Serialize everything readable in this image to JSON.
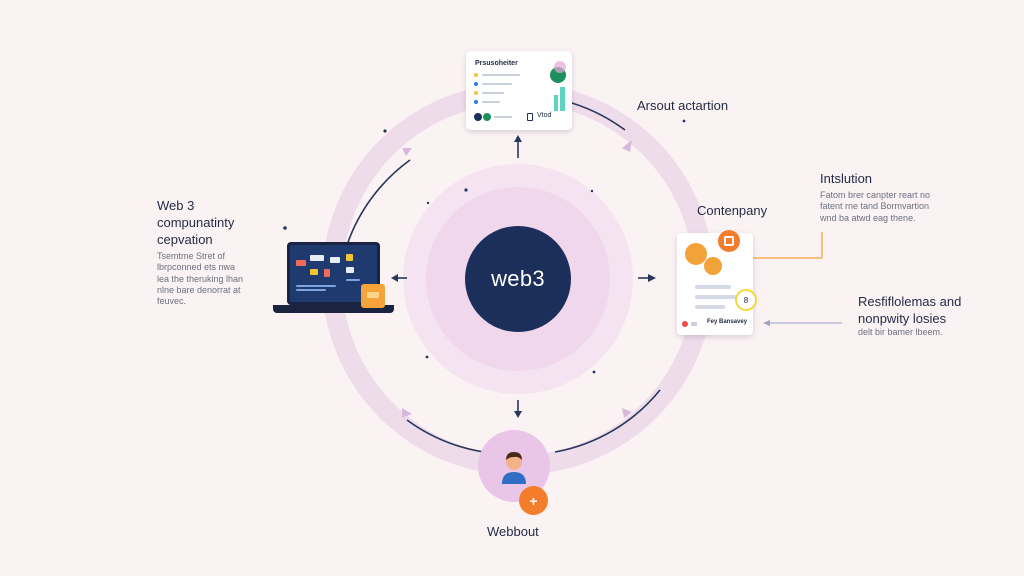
{
  "center": {
    "label": "web3"
  },
  "top_card": {
    "title": "Prsusoheiter",
    "rows": [
      "",
      "",
      "",
      ""
    ],
    "footer_tag": "Vtod"
  },
  "labels": {
    "top_right": "Arsout actartion",
    "right_mid": "Contenpany",
    "bottom": "Webbout",
    "left_title": "Web 3\ncompunatinty\ncepvation",
    "left_desc": "Tsemtme Stret of\nlbrpconned ets nwa\nlea the theruking lhan\nnlne bare denorrat at\nfeuvec.",
    "right_top_title": "Intslution",
    "right_top_desc": "Fatom brer canpter reart no\nfatent rne tand Bormvartion\nwnd ba atwd eag thene.",
    "right_bottom_title": "Resfiflolemas and\nnonpwity losies",
    "right_bottom_desc": "delt bir bamer lbeem."
  },
  "doc": {
    "tag": "Fey Bansavey"
  },
  "colors": {
    "background": "#fbf3f3",
    "ring": "#efdceb",
    "center": "#1b2f5a",
    "accent_orange": "#f47d2b",
    "accent_green": "#1e8f5e",
    "accent_yellow": "#f5d73a"
  },
  "icons": [
    "laptop-icon",
    "document-icon",
    "gear-icon",
    "person-icon",
    "plus-icon",
    "arrow-icon"
  ]
}
